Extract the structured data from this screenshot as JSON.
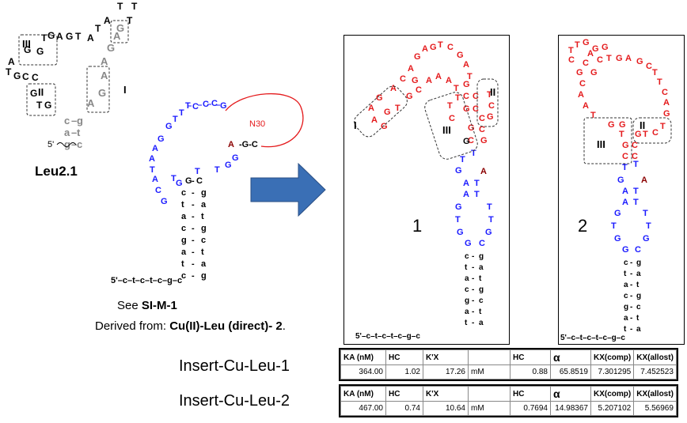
{
  "colors": {
    "blue": "#1a1aff",
    "red": "#e41a1c",
    "darkred": "#8b0000",
    "gray": "#888888",
    "arrow": "#3a6fb5",
    "box": "#333333"
  },
  "leu21": {
    "name": "Leu2.1",
    "loop_labels": [
      "I",
      "II",
      "III"
    ],
    "prime": "5'"
  },
  "template": {
    "n30": "N30",
    "prime_tail": "5'–c–t–c–t–c–g–c"
  },
  "captions": {
    "see_prefix": "See ",
    "see_ref": "SI-M-1",
    "derived_prefix": "Derived from: ",
    "derived_ref": "Cu(II)-Leu (direct)- 2",
    "derived_suffix": "."
  },
  "panels": [
    {
      "number": "1",
      "labels": [
        "I",
        "II",
        "III"
      ],
      "prime_tail": "5'–c–t–c–t–c–g–c"
    },
    {
      "number": "2",
      "labels": [
        "II",
        "III"
      ],
      "prime_tail": "5'–c–t–c–t–c–g–c"
    }
  ],
  "tables": [
    {
      "name": "Insert-Cu-Leu-1",
      "headers": [
        "KA (nM)",
        "HC",
        "K'X",
        "",
        "HC",
        "α",
        "KX(comp)",
        "KX(allost)"
      ],
      "values": [
        "364.00",
        "1.02",
        "17.26",
        "mM",
        "0.88",
        "65.8519",
        "7.301295",
        "7.452523"
      ]
    },
    {
      "name": "Insert-Cu-Leu-2",
      "headers": [
        "KA (nM)",
        "HC",
        "K'X",
        "",
        "HC",
        "α",
        "KX(comp)",
        "KX(allost)"
      ],
      "values": [
        "467.00",
        "0.74",
        "10.64",
        "mM",
        "0.7694",
        "14.98367",
        "5.207102",
        "5.56969"
      ]
    }
  ]
}
